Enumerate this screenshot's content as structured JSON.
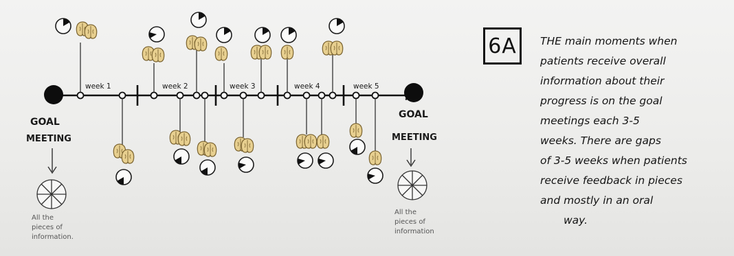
{
  "diagram": {
    "id_label": "6A",
    "description_lines": [
      "THE main moments when",
      "patients receive overall",
      "information about their",
      "progress is on the goal",
      "meetings each 3-5",
      "weeks. There are gaps",
      "of 3-5 weeks when patients",
      "receive feedback in pieces",
      "and mostly in an oral",
      "way."
    ],
    "start_node": {
      "label_line1": "GOAL",
      "label_line2": "MEETING",
      "caption_line1": "All the",
      "caption_line2": "pieces of",
      "caption_line3": "information."
    },
    "end_node": {
      "label_line1": "GOAL",
      "label_line2": "MEETING",
      "caption_line1": "All the",
      "caption_line2": "pieces of",
      "caption_line3": "information"
    },
    "week_labels": [
      "week 1",
      "week 2",
      "week 3",
      "week 4",
      "week 5"
    ]
  }
}
